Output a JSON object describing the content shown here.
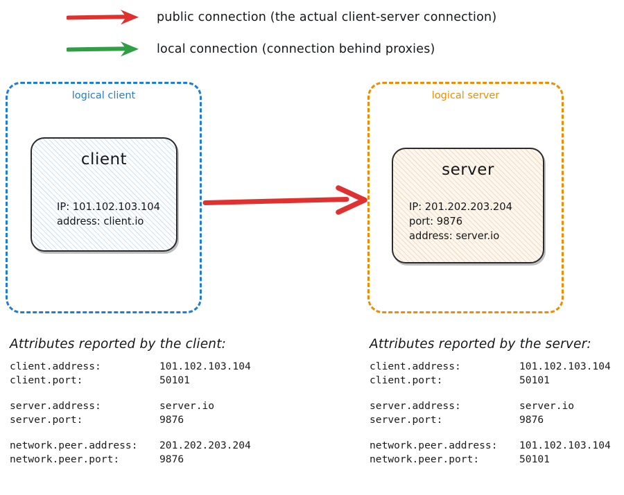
{
  "legend": {
    "items": [
      {
        "arrow_icon": "right-arrow-icon",
        "color": "#e03131",
        "label": "public connection (the actual client-server connection)"
      },
      {
        "arrow_icon": "right-arrow-icon",
        "color": "#2f9e44",
        "label": "local connection (connection behind proxies)"
      }
    ]
  },
  "diagram": {
    "client_group": {
      "label": "logical client",
      "border_color": "#1c7ed6",
      "node": {
        "title": "client",
        "fill_color": "#cfe4f7",
        "details": [
          "IP: 101.102.103.104",
          "address: client.io"
        ]
      }
    },
    "server_group": {
      "label": "logical server",
      "border_color": "#f08c00",
      "node": {
        "title": "server",
        "fill_color": "#f3ddc0",
        "details": [
          "IP: 201.202.203.204",
          "port: 9876",
          "address: server.io"
        ]
      }
    },
    "connection_arrow": {
      "icon": "right-arrow-icon",
      "color": "#e03131",
      "kind": "public connection"
    }
  },
  "attributes_client": {
    "heading": "Attributes reported by the client:",
    "groups": [
      [
        {
          "key": "client.address:",
          "value": "101.102.103.104"
        },
        {
          "key": "client.port:",
          "value": "50101"
        }
      ],
      [
        {
          "key": "server.address:",
          "value": "server.io"
        },
        {
          "key": "server.port:",
          "value": "9876"
        }
      ],
      [
        {
          "key": "network.peer.address:",
          "value": "201.202.203.204"
        },
        {
          "key": "network.peer.port:",
          "value": "9876"
        }
      ]
    ]
  },
  "attributes_server": {
    "heading": "Attributes reported by the server:",
    "groups": [
      [
        {
          "key": "client.address:",
          "value": "101.102.103.104"
        },
        {
          "key": "client.port:",
          "value": "50101"
        }
      ],
      [
        {
          "key": "server.address:",
          "value": "server.io"
        },
        {
          "key": "server.port:",
          "value": "9876"
        }
      ],
      [
        {
          "key": "network.peer.address:",
          "value": "101.102.103.104"
        },
        {
          "key": "network.peer.port:",
          "value": "50101"
        }
      ]
    ]
  }
}
